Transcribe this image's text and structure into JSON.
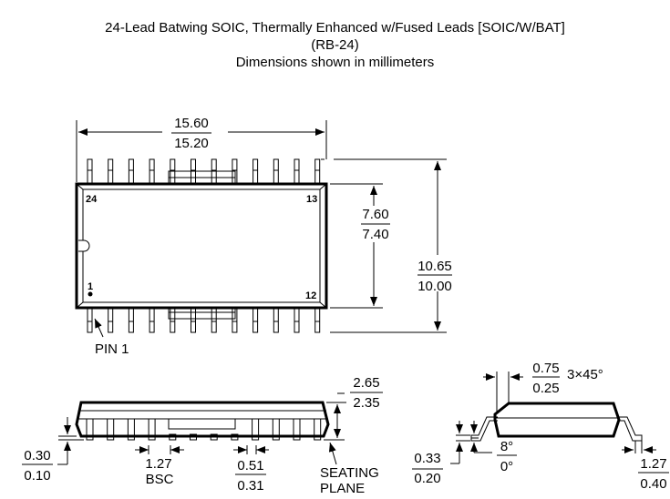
{
  "title": {
    "line1": "24-Lead Batwing SOIC, Thermally Enhanced w/Fused  Leads [SOIC/W/BAT]",
    "line2": "(RB-24)",
    "line3": "Dimensions shown in millimeters"
  },
  "top_view": {
    "length_max": "15.60",
    "length_min": "15.20",
    "body_width_max": "7.60",
    "body_width_min": "7.40",
    "total_width_max": "10.65",
    "total_width_min": "10.00",
    "pin_labels": {
      "p24": "24",
      "p13": "13",
      "p1": "1",
      "p12": "12"
    },
    "pin1_label": "PIN 1"
  },
  "side_view": {
    "height_max": "2.65",
    "height_min": "2.35",
    "standoff_max": "0.30",
    "standoff_min": "0.10",
    "pitch": "1.27",
    "pitch_note": "BSC",
    "lead_width_max": "0.51",
    "lead_width_min": "0.31",
    "seating_plane_1": "SEATING",
    "seating_plane_2": "PLANE"
  },
  "end_view": {
    "chamfer_max": "0.75",
    "chamfer_min": "0.25",
    "chamfer_note": "3×45°",
    "lead_thickness_max": "0.33",
    "lead_thickness_min": "0.20",
    "angle_max": "8°",
    "angle_min": "0°",
    "foot_length_max": "1.27",
    "foot_length_min": "0.40"
  }
}
